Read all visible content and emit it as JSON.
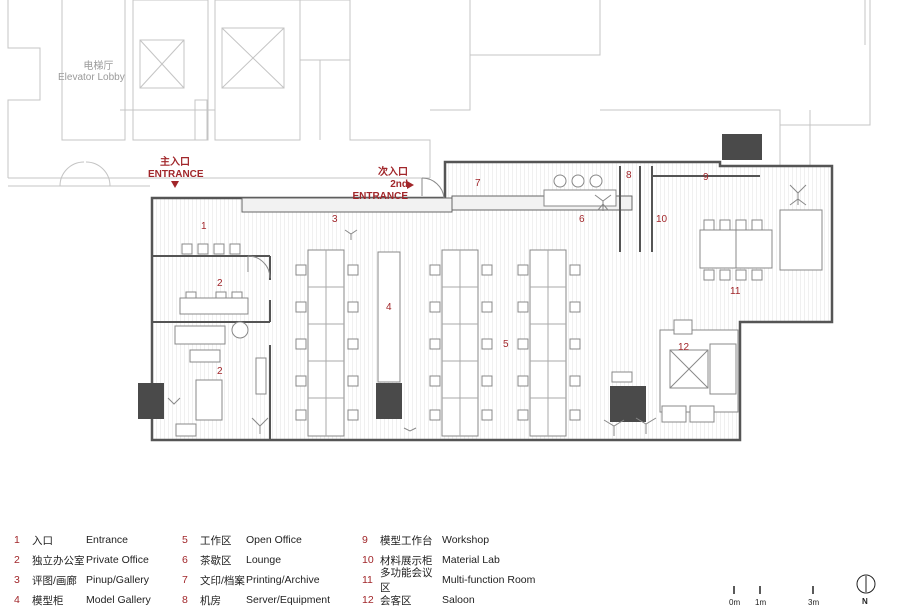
{
  "plan": {
    "elevator_lobby_cn": "电梯厅",
    "elevator_lobby_en": "Elevator Lobby",
    "main_entrance_cn": "主入口",
    "main_entrance_en": "ENTRANCE",
    "second_entrance_cn": "次入口",
    "second_entrance_en": "2nd ENTRANCE",
    "room_numbers": [
      "1",
      "2",
      "2",
      "3",
      "4",
      "5",
      "6",
      "7",
      "8",
      "9",
      "10",
      "11",
      "12"
    ]
  },
  "legend": [
    {
      "n": "1",
      "cn": "入口",
      "en": "Entrance"
    },
    {
      "n": "2",
      "cn": "独立办公室",
      "en": "Private Office"
    },
    {
      "n": "3",
      "cn": "评图/画廊",
      "en": "Pinup/Gallery"
    },
    {
      "n": "4",
      "cn": "模型柜",
      "en": "Model Gallery"
    },
    {
      "n": "5",
      "cn": "工作区",
      "en": "Open Office"
    },
    {
      "n": "6",
      "cn": "茶歇区",
      "en": "Lounge"
    },
    {
      "n": "7",
      "cn": "文印/档案",
      "en": "Printing/Archive"
    },
    {
      "n": "8",
      "cn": "机房",
      "en": "Server/Equipment"
    },
    {
      "n": "9",
      "cn": "模型工作台",
      "en": "Workshop"
    },
    {
      "n": "10",
      "cn": "材料展示柜",
      "en": "Material Lab"
    },
    {
      "n": "11",
      "cn": "多功能会议区",
      "en": "Multi-function Room"
    },
    {
      "n": "12",
      "cn": "会客区",
      "en": "Saloon"
    }
  ],
  "scale": {
    "labels": [
      "0m",
      "1m",
      "3m"
    ],
    "north": "N"
  },
  "colors": {
    "accent": "#a1262a",
    "wall": "#555555",
    "context": "#c8c8c8",
    "hatch": "#dcdcdc",
    "equipment": "#4a4a4a"
  }
}
